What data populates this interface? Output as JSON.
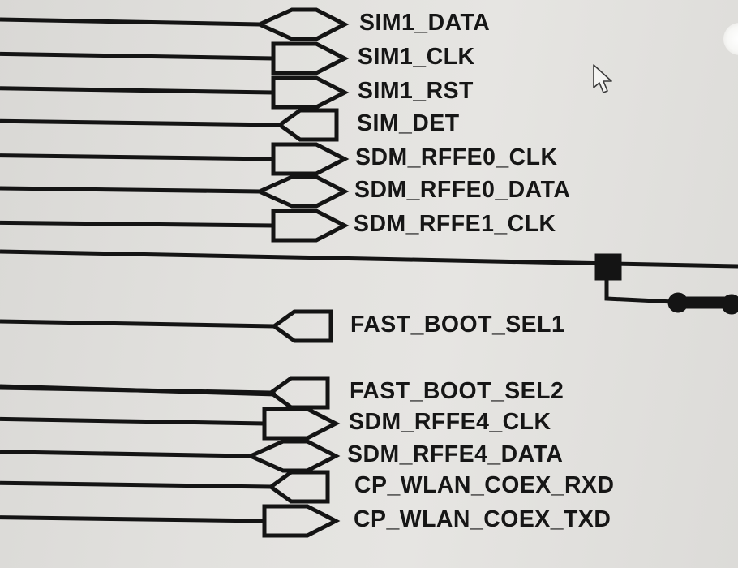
{
  "schematic": {
    "colors": {
      "wire": "#141414",
      "label": "#161616",
      "background": "#e2e1de"
    },
    "ports_group_top": [
      {
        "name": "SIM1_DATA",
        "type": "bidirectional"
      },
      {
        "name": "SIM1_CLK",
        "type": "output"
      },
      {
        "name": "SIM1_RST",
        "type": "output"
      },
      {
        "name": "SIM_DET",
        "type": "input"
      },
      {
        "name": "SDM_RFFE0_CLK",
        "type": "output"
      },
      {
        "name": "SDM_RFFE0_DATA",
        "type": "bidirectional"
      },
      {
        "name": "SDM_RFFE1_CLK",
        "type": "output"
      }
    ],
    "ports_group_middle": [
      {
        "name": "FAST_BOOT_SEL1",
        "type": "input"
      }
    ],
    "ports_group_bottom": [
      {
        "name": "FAST_BOOT_SEL2",
        "type": "input"
      },
      {
        "name": "SDM_RFFE4_CLK",
        "type": "output"
      },
      {
        "name": "SDM_RFFE4_DATA",
        "type": "bidirectional"
      },
      {
        "name": "CP_WLAN_COEX_RXD",
        "type": "input"
      },
      {
        "name": "CP_WLAN_COEX_TXD",
        "type": "output"
      }
    ],
    "cursor_icon": "mouse-pointer-icon",
    "junction_icon": "junction-square-icon"
  }
}
